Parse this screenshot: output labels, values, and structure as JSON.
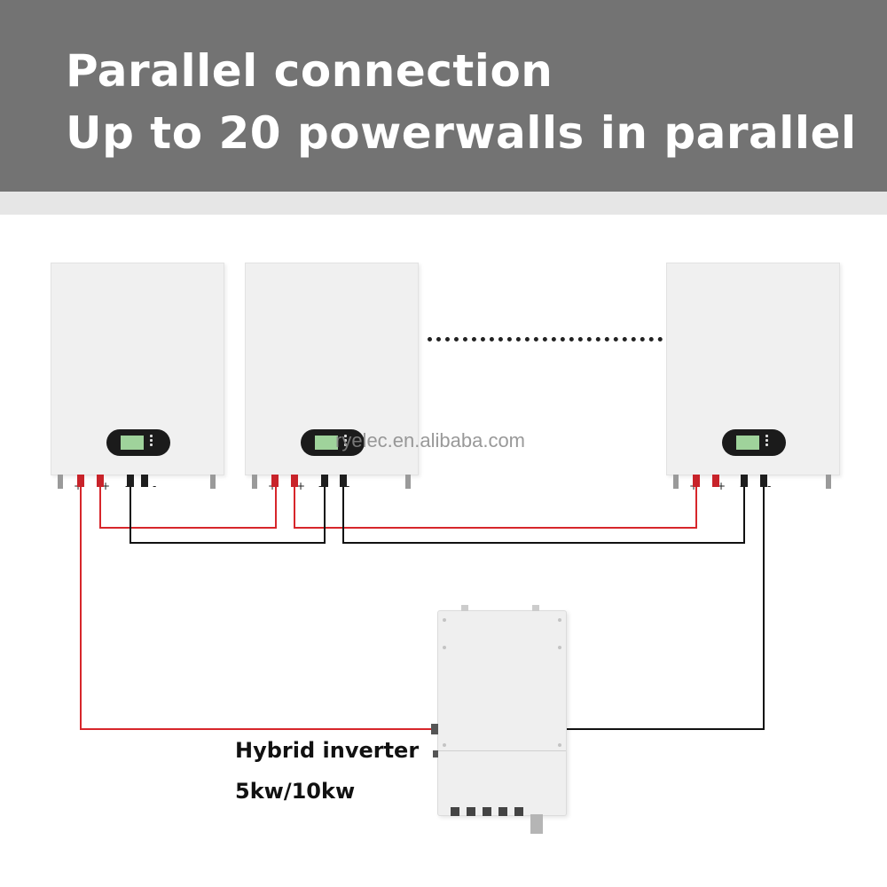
{
  "header": {
    "title_line1": "Parallel connection",
    "title_line2": "Up to 20 powerwalls in parallel"
  },
  "batteries": [
    {
      "terminals": [
        "+",
        "+",
        "-",
        "-"
      ]
    },
    {
      "terminals": [
        "+",
        "+",
        "-",
        "-"
      ]
    },
    {
      "terminals": [
        "+",
        "+",
        "-",
        "-"
      ]
    }
  ],
  "watermark": "ryelec.en.alibaba.com",
  "inverter": {
    "name": "Hybrid inverter",
    "rating": "5kw/10kw"
  },
  "colors": {
    "banner": "#737373",
    "positive_wire": "#d7262b",
    "negative_wire": "#111111",
    "display_screen": "#9fd39b"
  }
}
